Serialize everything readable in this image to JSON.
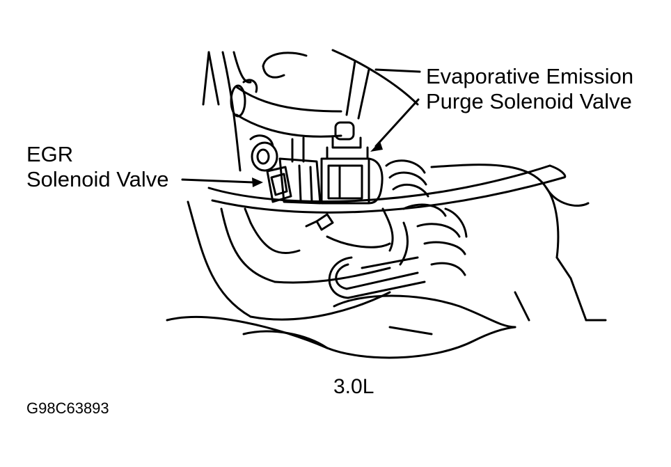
{
  "labels": {
    "evap_line1": "Evaporative Emission",
    "evap_line2": "Purge Solenoid Valve",
    "egr_line1": "EGR",
    "egr_line2": "Solenoid Valve",
    "engine": "3.0L"
  },
  "figure_id": "G98C63893",
  "colors": {
    "ink": "#000000",
    "paper": "#ffffff"
  }
}
